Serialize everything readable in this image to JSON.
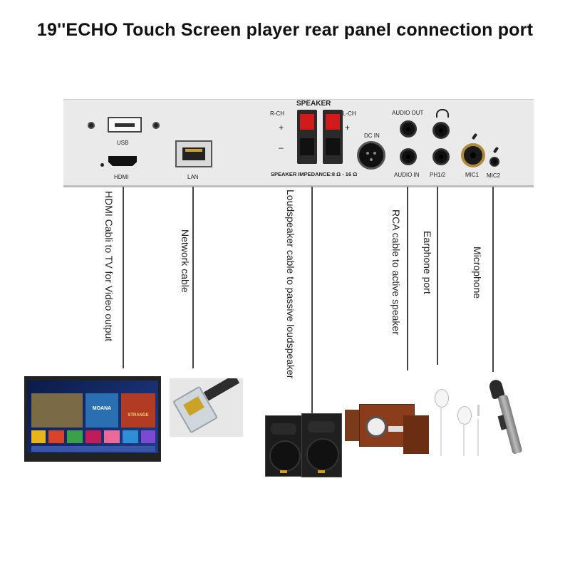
{
  "title": "19''ECHO Touch Screen player rear panel connection port",
  "panel": {
    "usb": "USB",
    "hdmi": "HDMI",
    "lan": "LAN",
    "speaker": "SPEAKER",
    "r_ch": "R-CH",
    "l_ch": "L-CH",
    "plus": "+",
    "minus": "–",
    "impedance": "SPEAKER IMPEDANCE:8 Ω - 16 Ω",
    "dc_in": "DC IN",
    "audio_out": "AUDIO OUT",
    "audio_in": "AUDIO IN",
    "ph": "PH1/2",
    "mic1": "MIC1",
    "mic2": "MIC2"
  },
  "connections": [
    {
      "label": "HDMI Cabli to TV for Video output"
    },
    {
      "label": "Network cable"
    },
    {
      "label": "Loudspeaker cable to passive loudspeaker"
    },
    {
      "label": "RCA cable to active speaker"
    },
    {
      "label": "Earphone port"
    },
    {
      "label": "Microphone"
    }
  ],
  "colors": {
    "speaker_terminal": "#d11a1a",
    "panel": "#eaeaea",
    "line": "#444444"
  },
  "tv": {
    "tile_words": [
      "MOANA",
      "STRANGE"
    ]
  }
}
